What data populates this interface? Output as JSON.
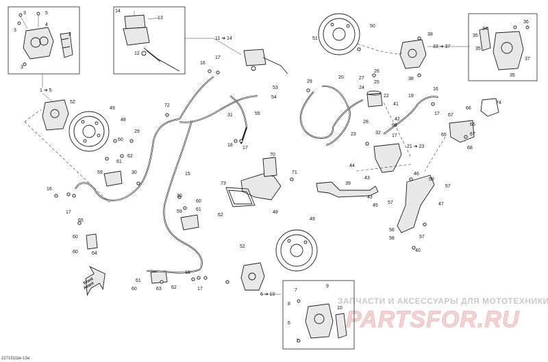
{
  "diagram": {
    "drawing_code": "22715111e-13a",
    "front_label_line1": "Front",
    "front_label_line2": "Avant",
    "watermark_subtitle": "ЗАПЧАСТИ И АКСЕССУАРЫ ДЛЯ МОТОТЕХНИКИ",
    "watermark_logo": "PARTSFOR.RU",
    "callouts": {
      "c3a": "3",
      "c5a": "5",
      "c3b": "3",
      "c4": "4",
      "c2": "2",
      "c3c": "3",
      "c14": "14",
      "c13": "13",
      "c12": "12",
      "c11_14": "11 ➔ 14",
      "c1_5": "1 ➔ 5",
      "c52a": "52",
      "c49a": "49",
      "c48a": "48",
      "c29a": "29",
      "c60a": "60",
      "c62a": "62",
      "c61a": "61",
      "c59a": "59",
      "c30a": "30",
      "c16a": "16",
      "c17a": "17",
      "c72": "72",
      "c16b": "16",
      "c17b": "17",
      "c15": "15",
      "c31": "31",
      "c18": "18",
      "c17c": "17",
      "c53": "53",
      "c54": "54",
      "c55": "55",
      "c30b": "30",
      "c60b": "60",
      "c61b": "61",
      "c62b": "62",
      "c59b": "59",
      "c65": "65",
      "c60c": "60",
      "c64": "64",
      "c61c": "61",
      "c60d": "60",
      "c63": "63",
      "c62c": "62",
      "c16c": "16",
      "c17d": "17",
      "c52b": "52",
      "c48b": "48",
      "c49b": "49",
      "c6_10": "6 ➔ 10",
      "c7": "7",
      "c9": "9",
      "c8": "8",
      "c6": "6",
      "c10": "10",
      "c7b": "7",
      "c73": "73",
      "c70": "70",
      "c71": "71",
      "c51": "51",
      "c50": "50",
      "c38a": "38",
      "c33_37": "33 ➔ 37",
      "c38b": "38",
      "c34": "34",
      "c35a": "35",
      "c36": "36",
      "c35b": "35",
      "c35c": "35",
      "c37": "37",
      "c20": "20",
      "c29b": "29",
      "c26": "26",
      "c27": "27",
      "c25": "25",
      "c24": "24",
      "c22": "22",
      "c19": "19",
      "c16d": "16",
      "c41": "41",
      "c42": "42",
      "c17e": "17",
      "c28": "28",
      "c32": "32",
      "c69": "69",
      "c17f": "17",
      "c21_23": "21 ➔ 23",
      "c23": "23",
      "c66": "66",
      "c67a": "67",
      "c66b": "66",
      "c67b": "67",
      "c68": "68",
      "c74": "74",
      "c44": "44",
      "c39": "39",
      "c43a": "43",
      "c43b": "43",
      "c45": "45",
      "c46": "46",
      "c58a": "58",
      "c57a": "57",
      "c47": "47",
      "c57b": "57",
      "c56": "56",
      "c58b": "58",
      "c57c": "57",
      "c40": "40"
    }
  }
}
